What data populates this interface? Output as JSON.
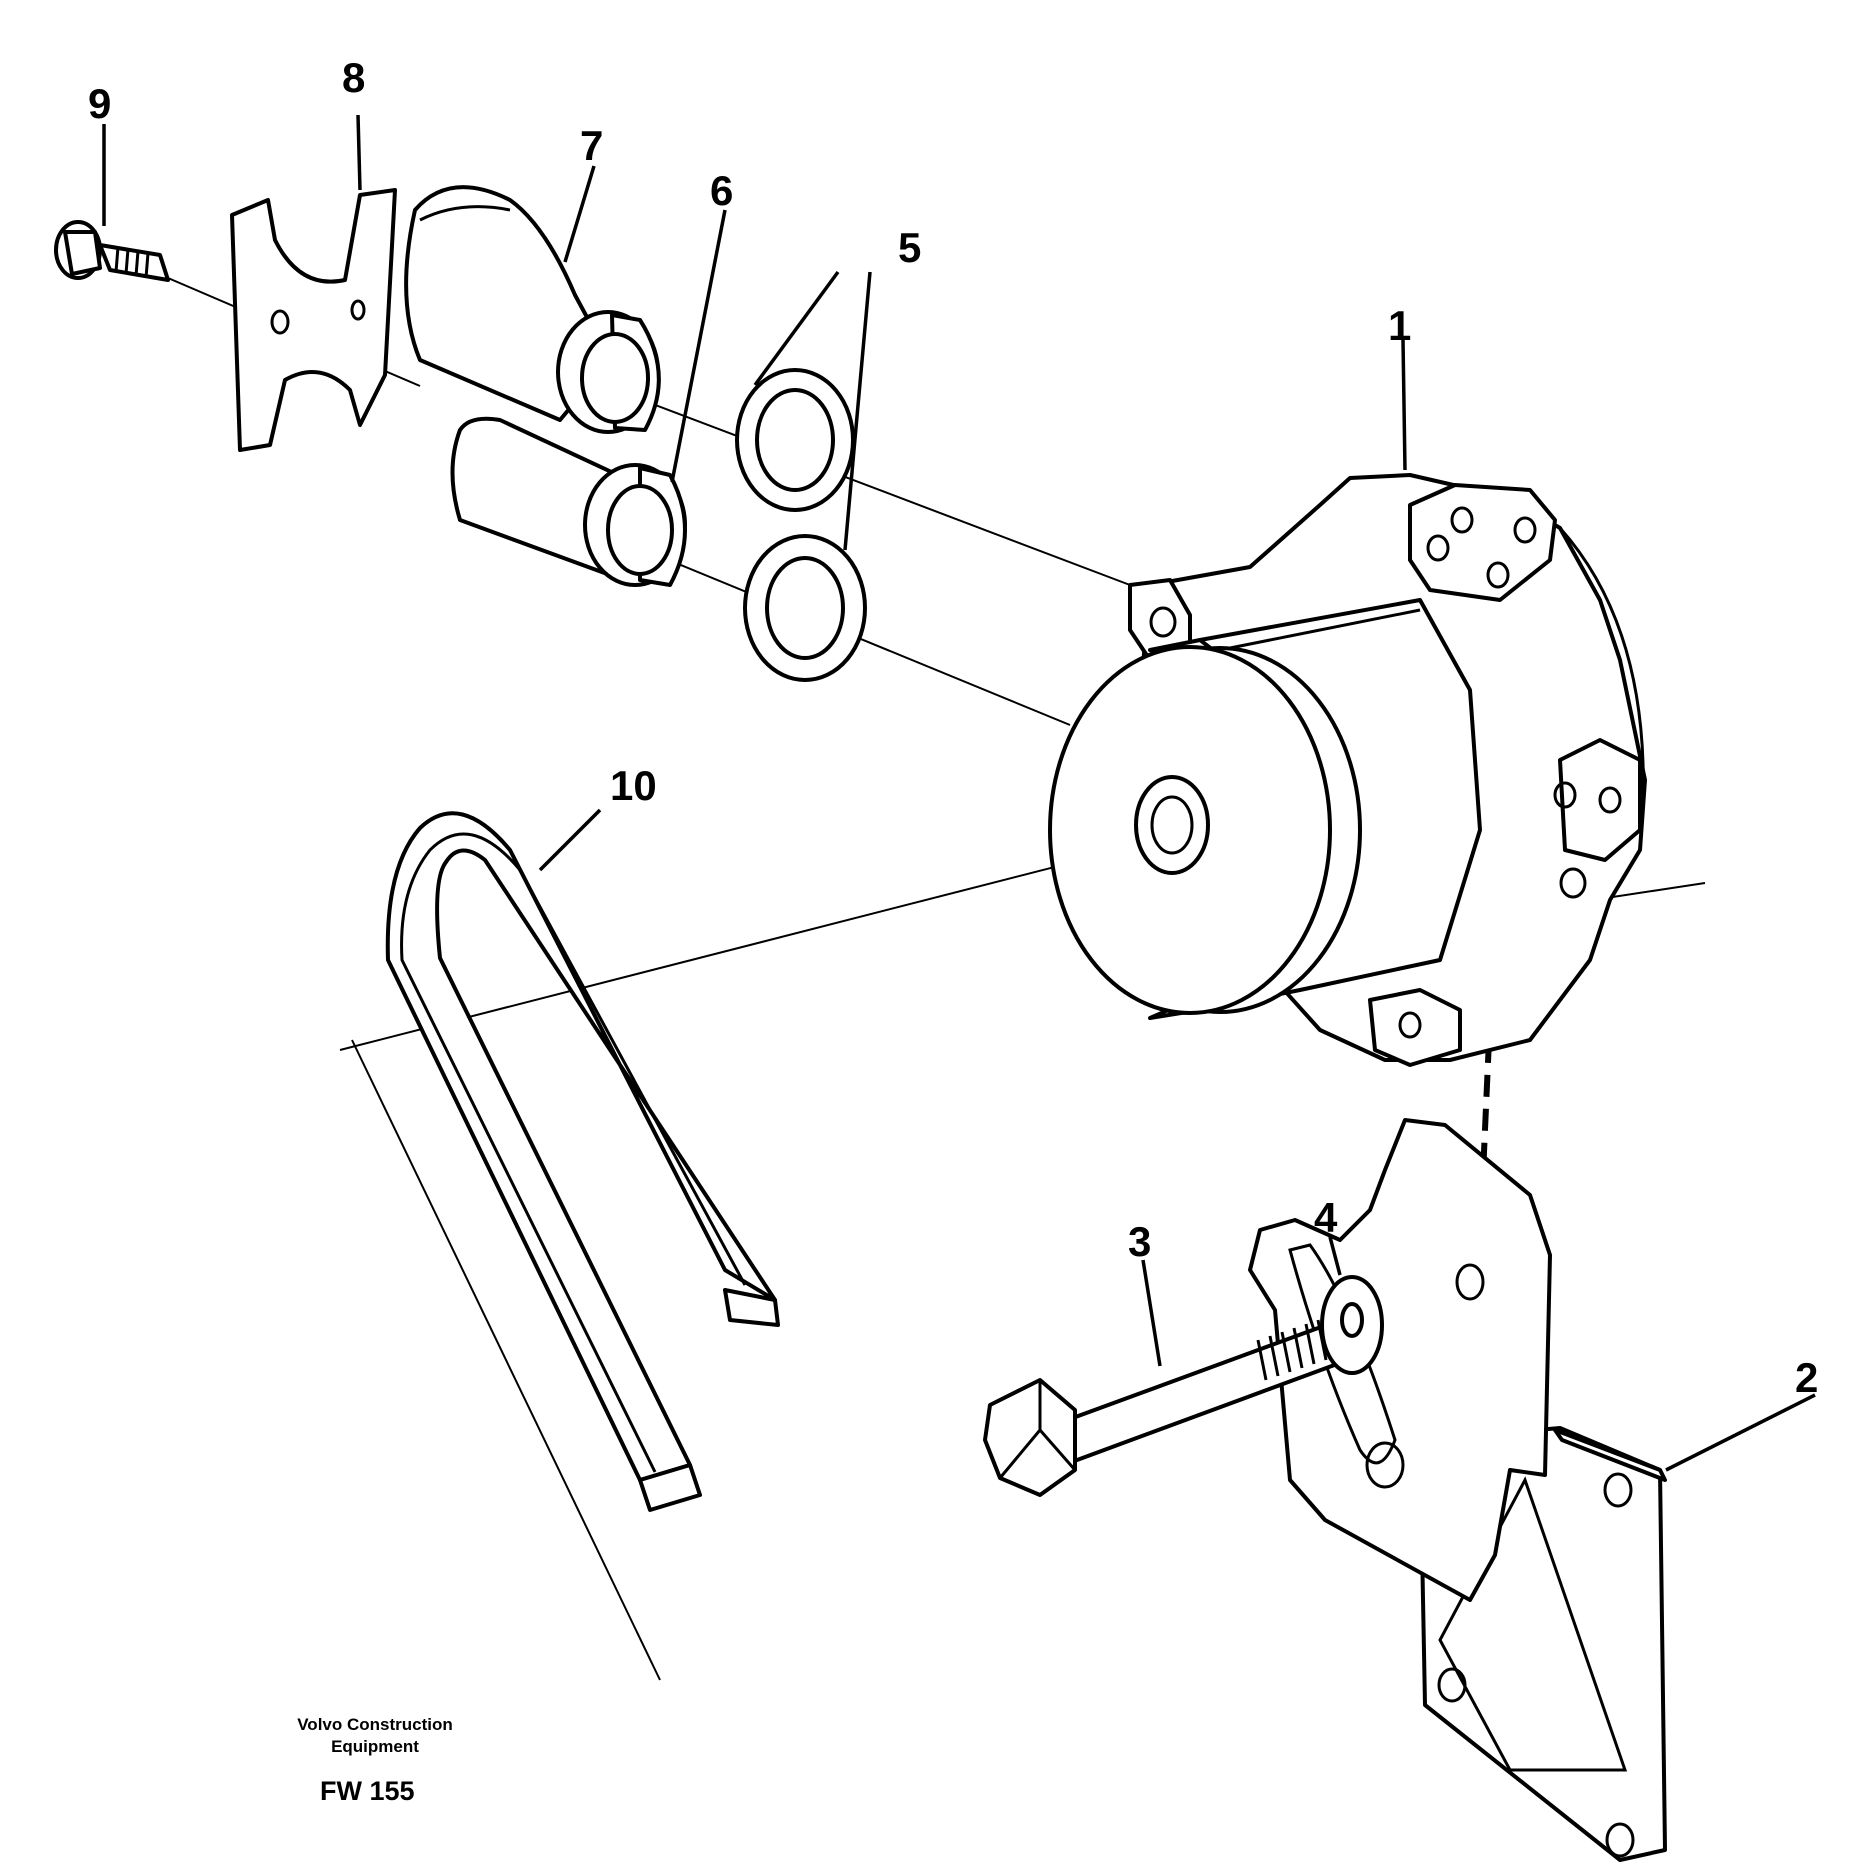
{
  "callouts": {
    "c1": "1",
    "c2": "2",
    "c3": "3",
    "c4": "4",
    "c5": "5",
    "c6": "6",
    "c7": "7",
    "c8": "8",
    "c9": "9",
    "c10": "10"
  },
  "footer": {
    "company_line1": "Volvo Construction",
    "company_line2": "Equipment",
    "drawing_code": "FW 155"
  }
}
